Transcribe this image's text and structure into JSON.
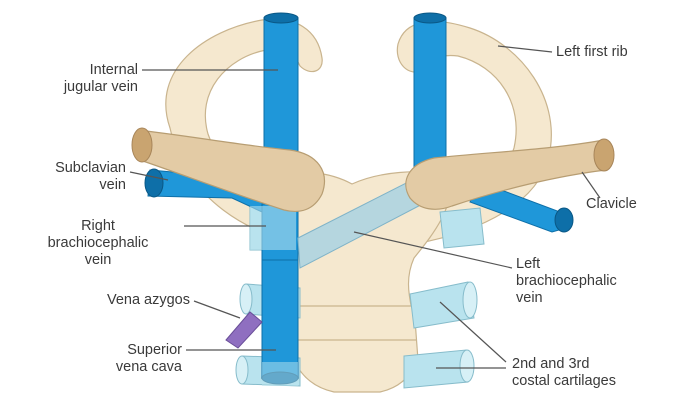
{
  "labels": {
    "internal_jugular_vein": [
      "Internal",
      "jugular vein"
    ],
    "subclavian_vein": [
      "Subclavian",
      "vein"
    ],
    "right_brachiocephalic_vein": [
      "Right",
      "brachiocephalic",
      "vein"
    ],
    "vena_azygos": [
      "Vena azygos"
    ],
    "superior_vena_cava": [
      "Superior",
      "vena cava"
    ],
    "left_first_rib": [
      "Left first rib"
    ],
    "clavicle": [
      "Clavicle"
    ],
    "left_brachiocephalic_vein": [
      "Left",
      "brachiocephalic",
      "vein"
    ],
    "costal_cartilages": [
      "2nd and 3rd",
      "costal cartilages"
    ]
  },
  "colors": {
    "bone": "#f5e8cf",
    "bone_outline": "#c9b48e",
    "clavicle": "#e3cba5",
    "vein": "#1f97d9",
    "vein_dark": "#0e6fa8",
    "cartilage": "#b9e3ee",
    "azygos": "#8f6fc0",
    "leader": "#555555",
    "text": "#3a3a3a"
  }
}
